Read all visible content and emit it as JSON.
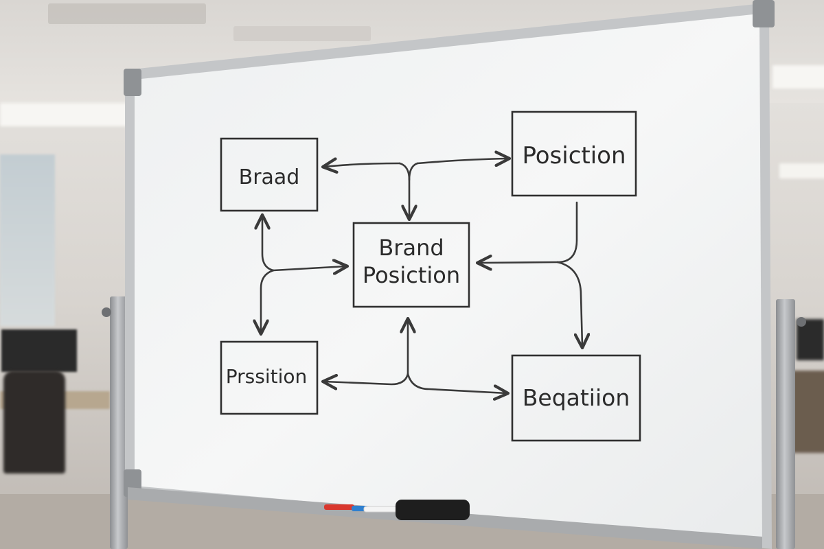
{
  "diagram": {
    "nodes": [
      {
        "id": "top-left",
        "label": "Braad"
      },
      {
        "id": "top-right",
        "label": "Posiction"
      },
      {
        "id": "center",
        "label_lines": [
          "Brand",
          "Posiction"
        ]
      },
      {
        "id": "bottom-left",
        "label": "Prssition"
      },
      {
        "id": "bottom-right",
        "label": "Beqatiion"
      }
    ]
  },
  "colors": {
    "board": "#f2f3f3",
    "frame": "#c9cbcd",
    "ink": "#2f2f2f",
    "marker_red": "#d9382e",
    "marker_blue": "#2e7fcf",
    "eraser": "#1e1e1e"
  }
}
